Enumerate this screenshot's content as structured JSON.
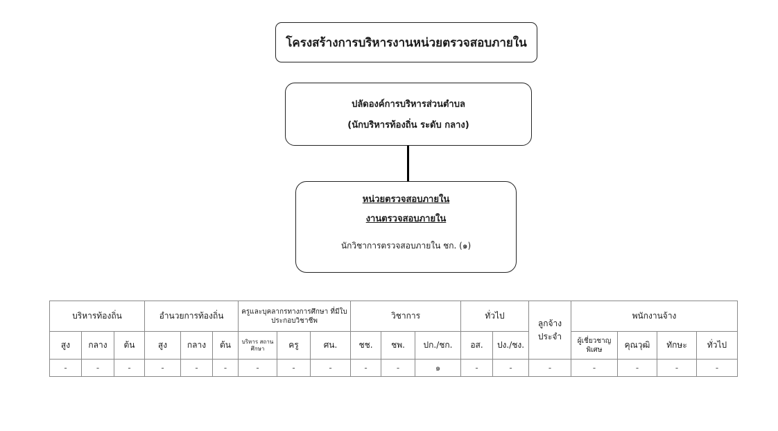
{
  "title": "โครงสร้างการบริหารงานหน่วยตรวจสอบภายใน",
  "head": {
    "line1": "ปลัดองค์การบริหารส่วนตำบล",
    "line2": "(นักบริหารท้องถิ่น  ระดับ  กลาง)"
  },
  "unit": {
    "name": "หน่วยตรวจสอบภายใน",
    "section": "งานตรวจสอบภายใน",
    "staff": "นักวิชาการตรวจสอบภายใน ชก. (๑)"
  },
  "table": {
    "groups": [
      "บริหารท้องถิ่น",
      "อำนวยการท้องถิ่น",
      "ครูและบุคลากรทางการศึกษา ที่มีใบประกอบวิชาชีพ",
      "วิชาการ",
      "ทั่วไป",
      "ลูกจ้าง ประจำ",
      "พนักงานจ้าง"
    ],
    "subheaders": [
      "สูง",
      "กลาง",
      "ต้น",
      "สูง",
      "กลาง",
      "ต้น",
      "บริหาร สถานศึกษา",
      "ครู",
      "ศน.",
      "ชช.",
      "ชพ.",
      "ปก./ชก.",
      "อส.",
      "ปง./ชง.",
      "ผู้เชี่ยวชาญ พิเศษ",
      "คุณวุฒิ",
      "ทักษะ",
      "ทั่วไป"
    ],
    "values": [
      "-",
      "-",
      "-",
      "-",
      "-",
      "-",
      "-",
      "-",
      "-",
      "-",
      "-",
      "๑",
      "-",
      "-",
      "-",
      "-",
      "-",
      "-",
      "-"
    ]
  }
}
